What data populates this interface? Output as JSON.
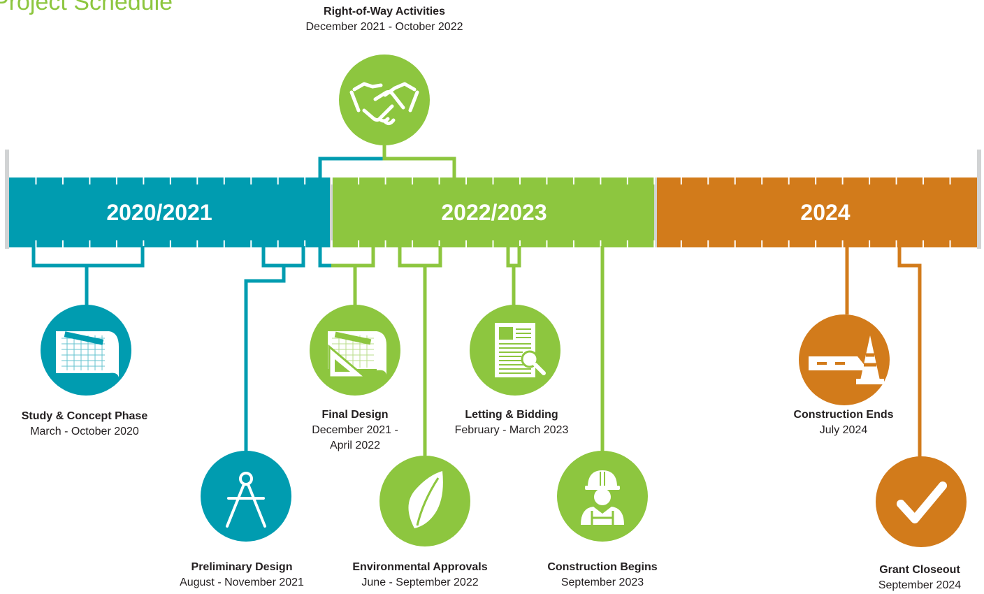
{
  "title": "Project Schedule",
  "colors": {
    "phase_2020_2021": "#009cb0",
    "phase_2022_2023": "#8dc63f",
    "phase_2024": "#d27b1b",
    "bar_end_caps": "#d1d3d4",
    "text": "#231f20"
  },
  "phases": [
    {
      "label": "2020/2021",
      "color": "#009cb0"
    },
    {
      "label": "2022/2023",
      "color": "#8dc63f"
    },
    {
      "label": "2024",
      "color": "#d27b1b"
    }
  ],
  "milestones": [
    {
      "name": "Right-of-Way Activities",
      "date": "December 2021 - October 2022",
      "icon": "handshake-icon",
      "color": "#8dc63f"
    },
    {
      "name": "Study & Concept Phase",
      "date": "March - October 2020",
      "icon": "blueprint-icon",
      "color": "#009cb0"
    },
    {
      "name": "Preliminary Design",
      "date": "August - November 2021",
      "icon": "compass-icon",
      "color": "#009cb0"
    },
    {
      "name": "Final Design",
      "date_line1": "December 2021 -",
      "date_line2": "April 2022",
      "icon": "drafting-icon",
      "color": "#8dc63f"
    },
    {
      "name": "Environmental Approvals",
      "date": "June - September 2022",
      "icon": "leaf-icon",
      "color": "#8dc63f"
    },
    {
      "name": "Letting & Bidding",
      "date": "February - March 2023",
      "icon": "document-search-icon",
      "color": "#8dc63f"
    },
    {
      "name": "Construction Begins",
      "date": "September 2023",
      "icon": "construction-worker-icon",
      "color": "#8dc63f"
    },
    {
      "name": "Construction Ends",
      "date": "July 2024",
      "icon": "road-cone-icon",
      "color": "#d27b1b"
    },
    {
      "name": "Grant Closeout",
      "date": "September 2024",
      "icon": "checkmark-icon",
      "color": "#d27b1b"
    }
  ]
}
